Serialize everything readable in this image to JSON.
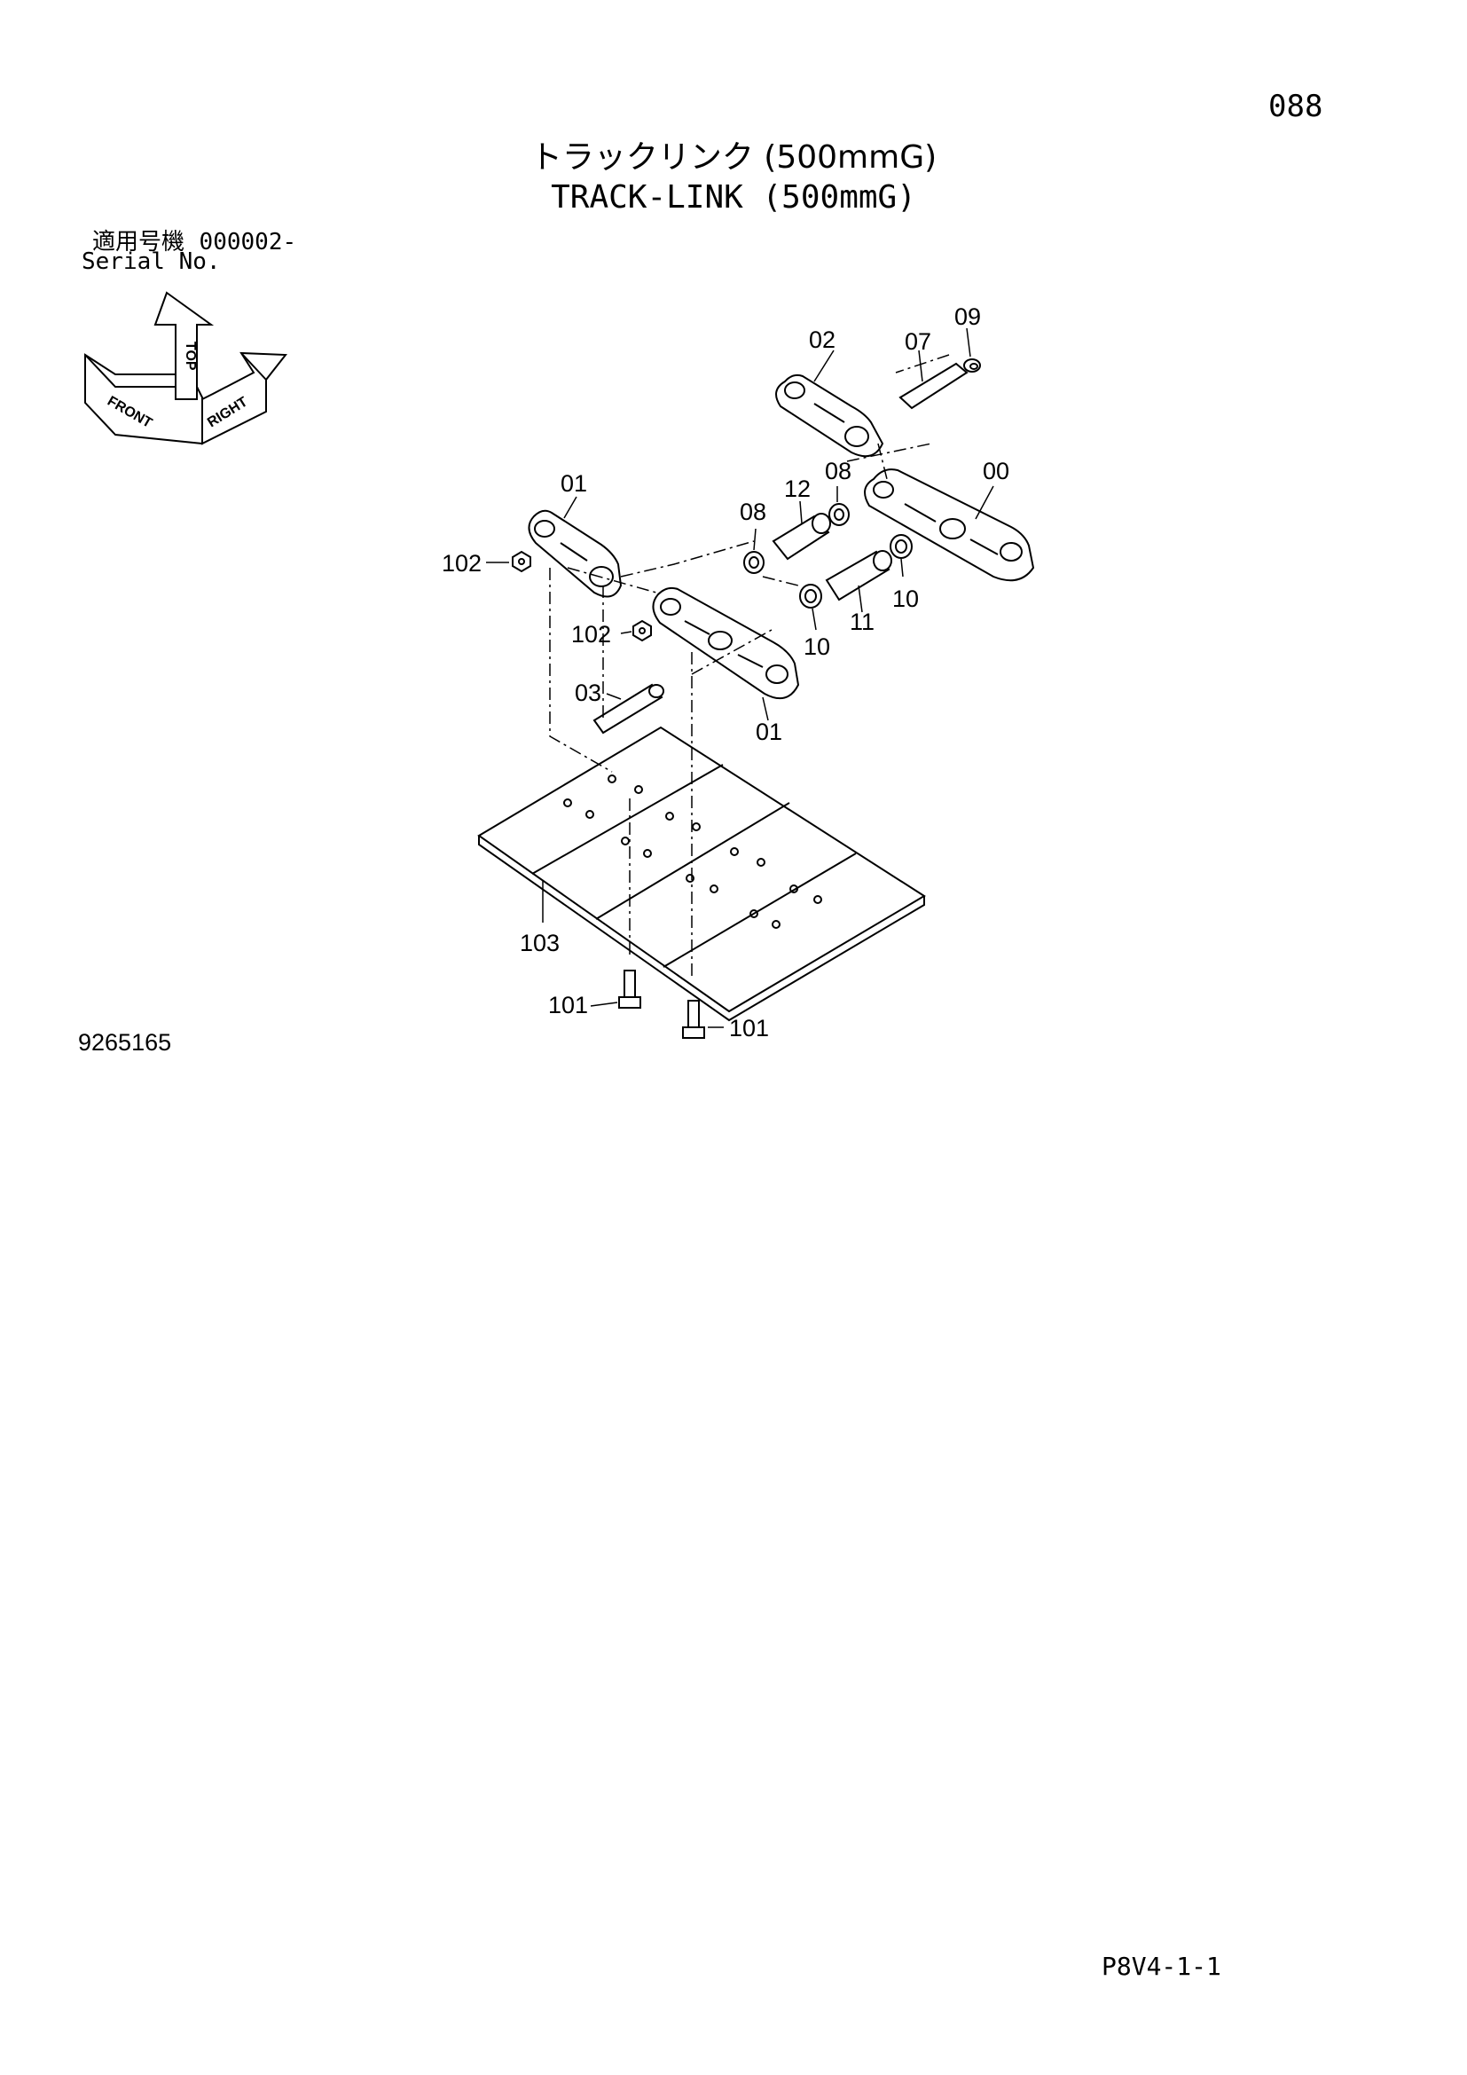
{
  "header": {
    "page_number": "088",
    "title_jp": "トラックリンク (500mmG)",
    "title_en": "TRACK-LINK (500mmG)"
  },
  "serial": {
    "label_jp": "適用号機",
    "value": "000002-",
    "label_en": "Serial No."
  },
  "compass": {
    "front": "FRONT",
    "top": "TOP",
    "right": "RIGHT"
  },
  "callouts": [
    {
      "id": "label-00",
      "text": "00"
    },
    {
      "id": "label-01a",
      "text": "01"
    },
    {
      "id": "label-01b",
      "text": "01"
    },
    {
      "id": "label-02",
      "text": "02"
    },
    {
      "id": "label-03",
      "text": "03"
    },
    {
      "id": "label-07",
      "text": "07"
    },
    {
      "id": "label-08a",
      "text": "08"
    },
    {
      "id": "label-08b",
      "text": "08"
    },
    {
      "id": "label-09",
      "text": "09"
    },
    {
      "id": "label-10a",
      "text": "10"
    },
    {
      "id": "label-10b",
      "text": "10"
    },
    {
      "id": "label-11",
      "text": "11"
    },
    {
      "id": "label-12",
      "text": "12"
    },
    {
      "id": "label-101a",
      "text": "101"
    },
    {
      "id": "label-101b",
      "text": "101"
    },
    {
      "id": "label-102a",
      "text": "102"
    },
    {
      "id": "label-102b",
      "text": "102"
    },
    {
      "id": "label-103",
      "text": "103"
    }
  ],
  "footer": {
    "drawing_number": "9265165",
    "sheet_code": "P8V4-1-1"
  }
}
